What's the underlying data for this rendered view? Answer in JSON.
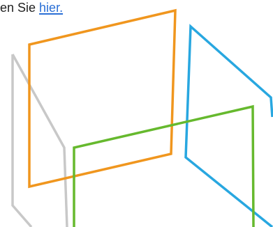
{
  "text_line": {
    "prefix": "en Sie ",
    "link": "hier."
  },
  "illustration": {
    "panels": [
      {
        "name": "gray-panel",
        "color": "#c8c8c8"
      },
      {
        "name": "orange-panel",
        "color": "#f0961e"
      },
      {
        "name": "blue-panel",
        "color": "#28a7e0"
      },
      {
        "name": "green-panel",
        "color": "#66b92e"
      }
    ]
  }
}
